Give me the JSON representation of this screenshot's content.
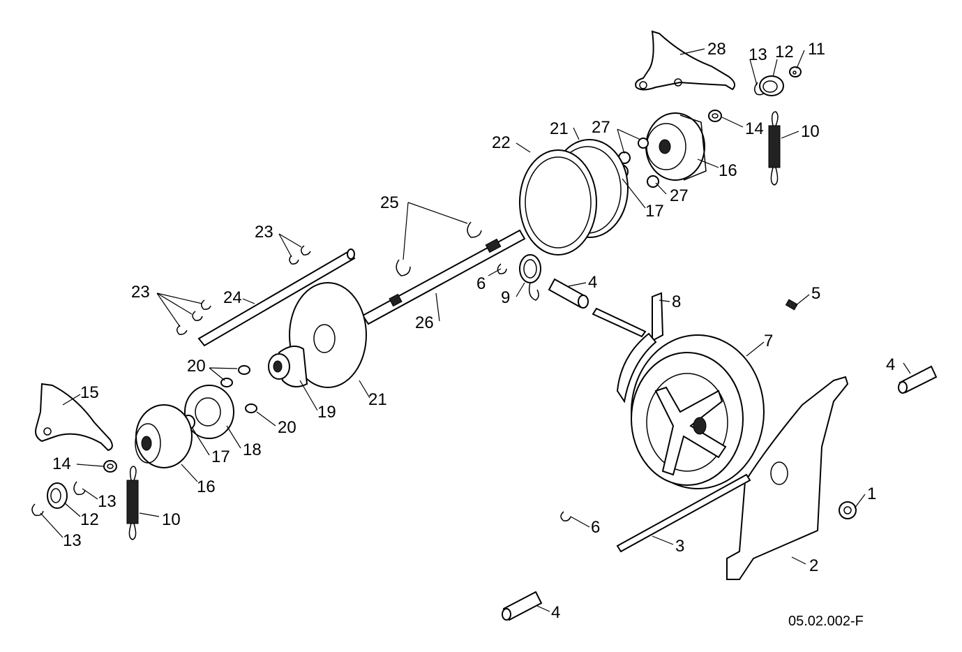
{
  "diagram": {
    "type": "exploded-parts-diagram",
    "reference_code": "05.02.002-F",
    "labels": [
      {
        "id": "l28",
        "text": "28"
      },
      {
        "id": "l13a",
        "text": "13"
      },
      {
        "id": "l12a",
        "text": "12"
      },
      {
        "id": "l11",
        "text": "11"
      },
      {
        "id": "l21a",
        "text": "21"
      },
      {
        "id": "l27a",
        "text": "27"
      },
      {
        "id": "l22",
        "text": "22"
      },
      {
        "id": "l14a",
        "text": "14"
      },
      {
        "id": "l10a",
        "text": "10"
      },
      {
        "id": "l16a",
        "text": "16"
      },
      {
        "id": "l27b",
        "text": "27"
      },
      {
        "id": "l17a",
        "text": "17"
      },
      {
        "id": "l25",
        "text": "25"
      },
      {
        "id": "l23a",
        "text": "23"
      },
      {
        "id": "l6a",
        "text": "6"
      },
      {
        "id": "l4a",
        "text": "4"
      },
      {
        "id": "l9",
        "text": "9"
      },
      {
        "id": "l5",
        "text": "5"
      },
      {
        "id": "l8",
        "text": "8"
      },
      {
        "id": "l23b",
        "text": "23"
      },
      {
        "id": "l24",
        "text": "24"
      },
      {
        "id": "l26",
        "text": "26"
      },
      {
        "id": "l7",
        "text": "7"
      },
      {
        "id": "l20a",
        "text": "20"
      },
      {
        "id": "l4b",
        "text": "4"
      },
      {
        "id": "l15",
        "text": "15"
      },
      {
        "id": "l21b",
        "text": "21"
      },
      {
        "id": "l19",
        "text": "19"
      },
      {
        "id": "l20b",
        "text": "20"
      },
      {
        "id": "l17b",
        "text": "17"
      },
      {
        "id": "l18",
        "text": "18"
      },
      {
        "id": "l14b",
        "text": "14"
      },
      {
        "id": "l13b",
        "text": "13"
      },
      {
        "id": "l16b",
        "text": "16"
      },
      {
        "id": "l12b",
        "text": "12"
      },
      {
        "id": "l10b",
        "text": "10"
      },
      {
        "id": "l1",
        "text": "1"
      },
      {
        "id": "l13c",
        "text": "13"
      },
      {
        "id": "l6b",
        "text": "6"
      },
      {
        "id": "l3",
        "text": "3"
      },
      {
        "id": "l2",
        "text": "2"
      },
      {
        "id": "l4c",
        "text": "4"
      }
    ]
  }
}
